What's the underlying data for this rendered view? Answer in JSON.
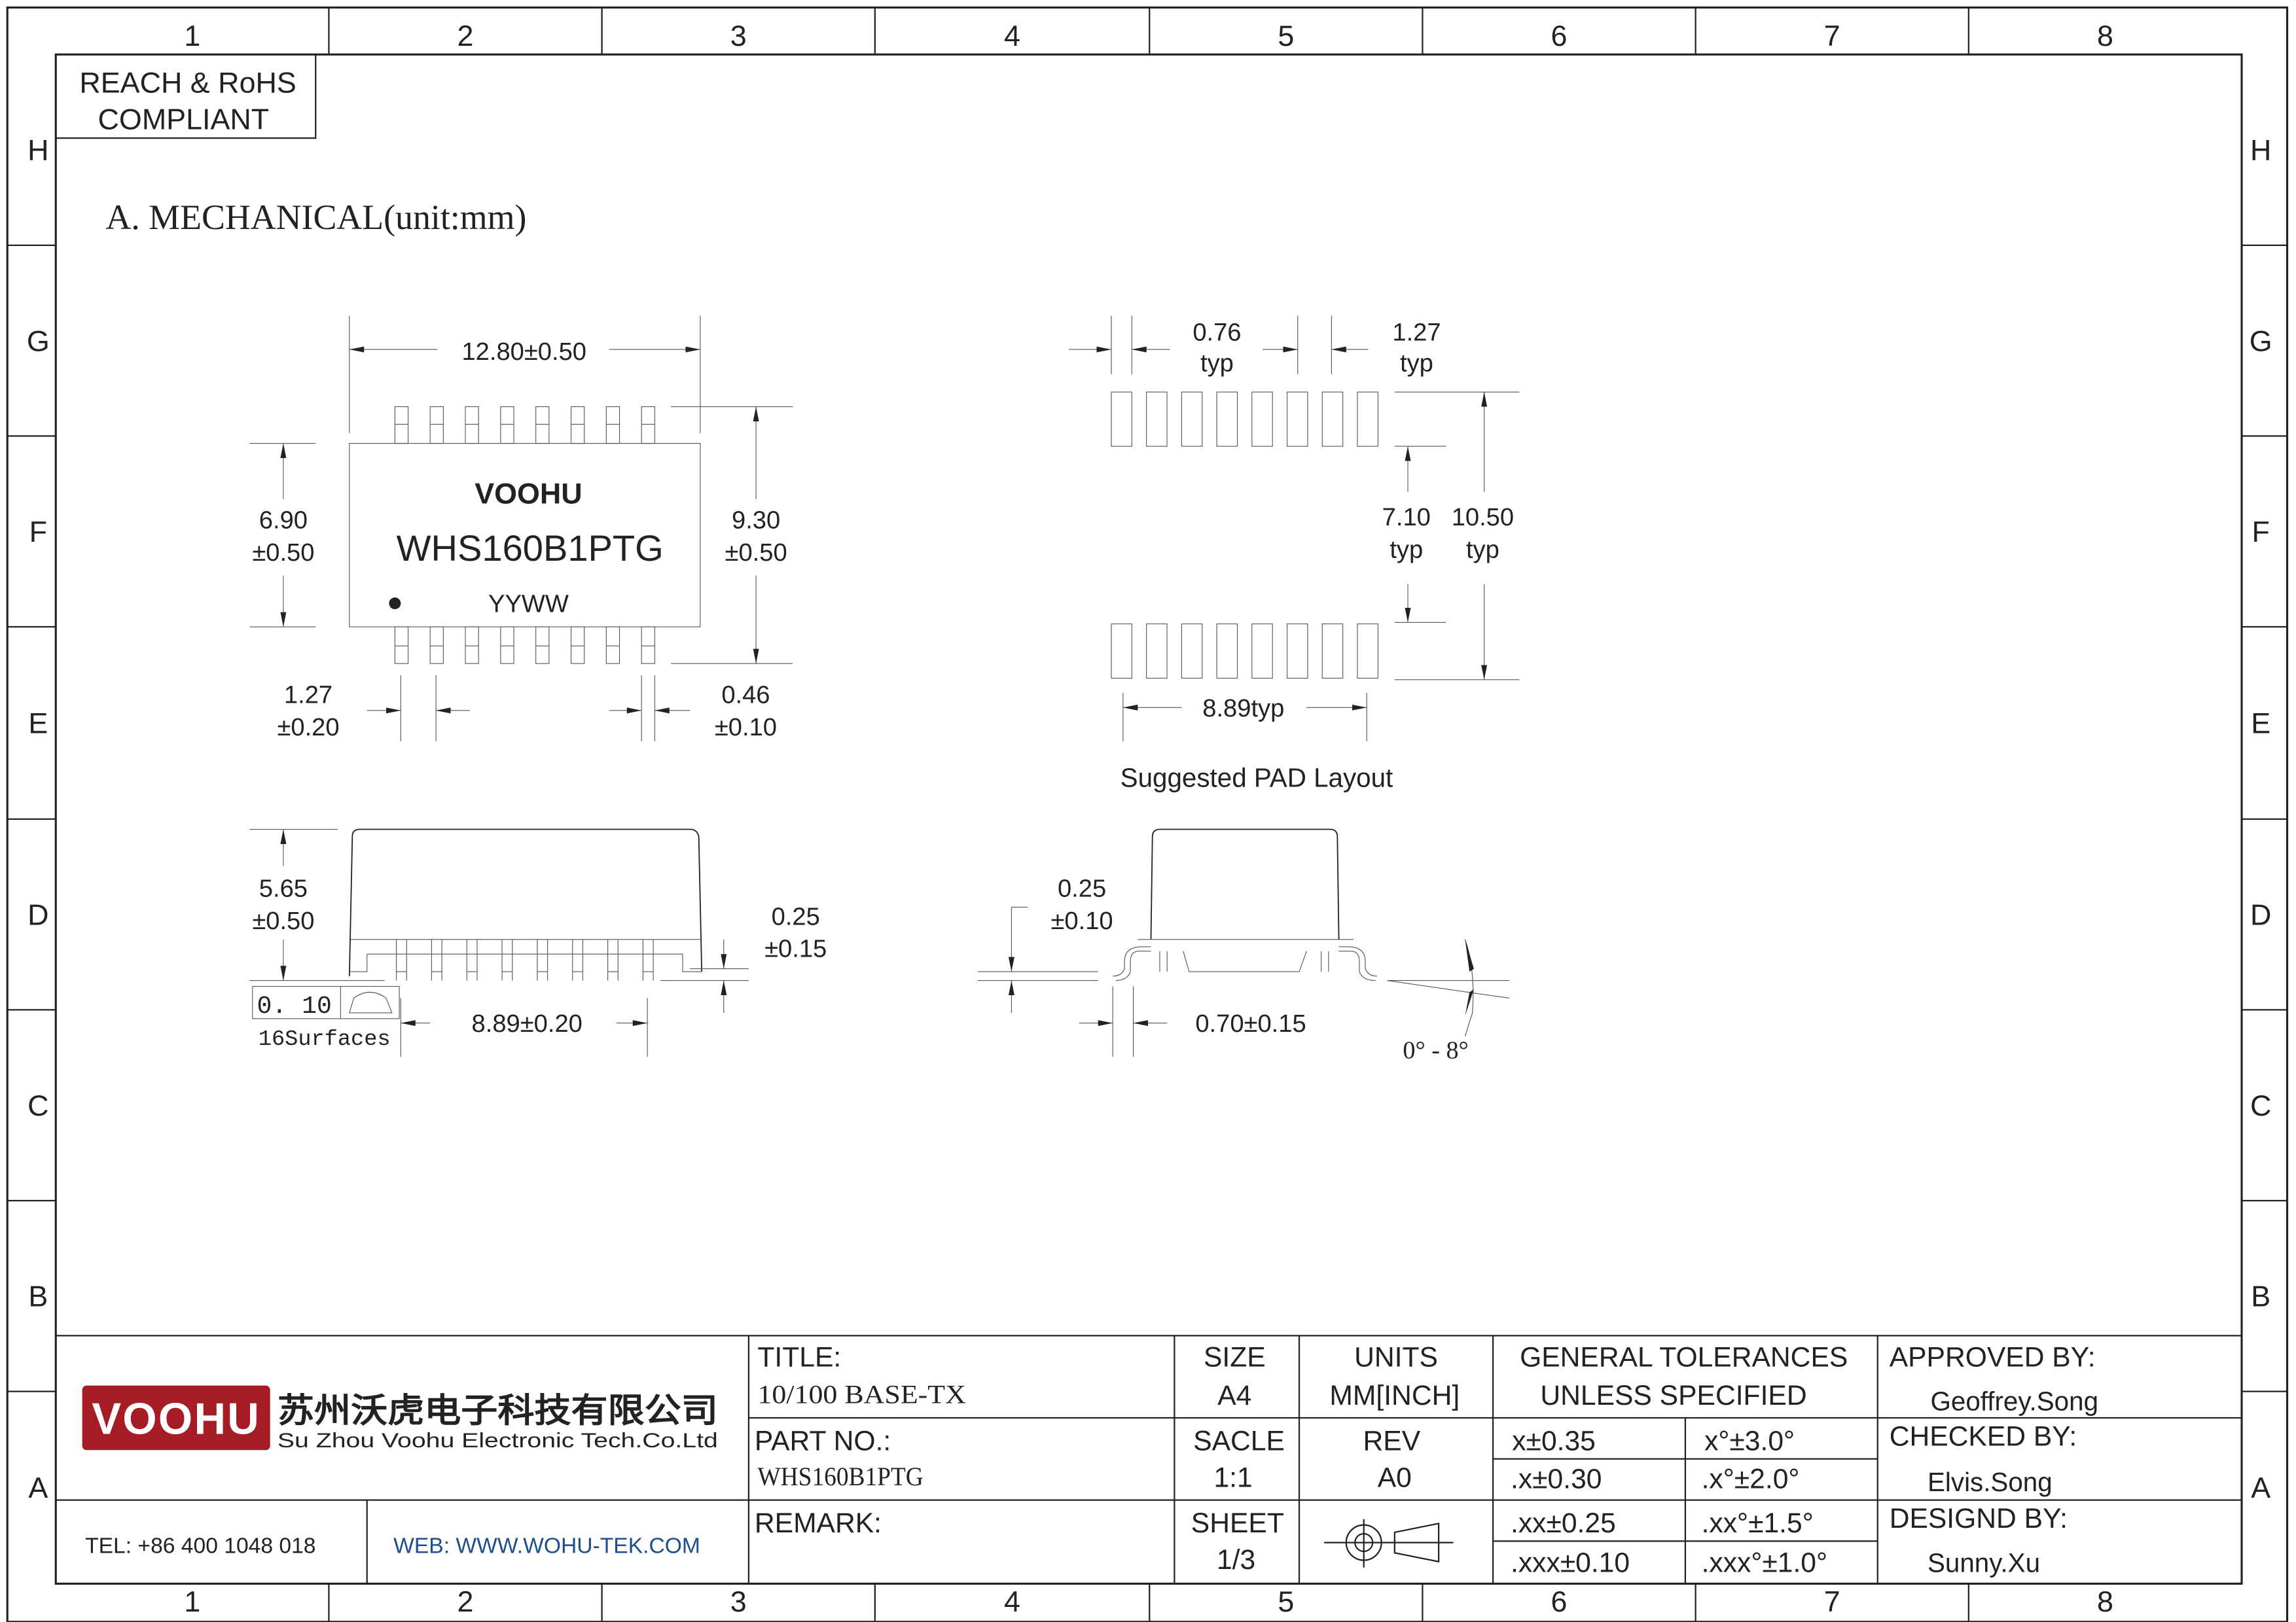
{
  "sheet": {
    "columns": [
      "1",
      "2",
      "3",
      "4",
      "5",
      "6",
      "7",
      "8"
    ],
    "rows": [
      "H",
      "G",
      "F",
      "E",
      "D",
      "C",
      "B",
      "A"
    ]
  },
  "compliance": {
    "line1": "REACH & RoHS",
    "line2": "COMPLIANT"
  },
  "section_title": "A. MECHANICAL(unit:mm)",
  "top_view": {
    "brand": "VOOHU",
    "part": "WHS160B1PTG",
    "date_code": "YYWW",
    "width": "12.80±0.50",
    "body_height": [
      "6.90",
      "±0.50"
    ],
    "overall_height": [
      "9.30",
      "±0.50"
    ],
    "pitch": [
      "1.27",
      "±0.20"
    ],
    "lead_width": [
      "0.46",
      "±0.10"
    ]
  },
  "pad_layout": {
    "pad_width": [
      "0.76",
      "typ"
    ],
    "pitch": [
      "1.27",
      "typ"
    ],
    "inner": [
      "7.10",
      "typ"
    ],
    "outer": [
      "10.50",
      "typ"
    ],
    "span": "8.89typ",
    "caption": "Suggested PAD Layout"
  },
  "side_view": {
    "height": [
      "5.65",
      "±0.50"
    ],
    "standoff": [
      "0.25",
      "±0.15"
    ],
    "coplanarity": "0. 10",
    "surfaces": "16Surfaces",
    "span": "8.89±0.20"
  },
  "end_view": {
    "lead_thickness": [
      "0.25",
      "±0.10"
    ],
    "foot_length": "0.70±0.15",
    "angle": "0° - 8°"
  },
  "title_block": {
    "logo_text": "VOOHU",
    "company_cn": "苏州沃虎电子科技有限公司",
    "company_en": "Su Zhou Voohu Electronic Tech.Co.Ltd",
    "tel": "TEL: +86 400 1048 018",
    "web": "WEB: WWW.WOHU-TEK.COM",
    "title_label": "TITLE:",
    "title_value": "10/100 BASE-TX",
    "part_label": "PART NO.:",
    "part_value": "WHS160B1PTG",
    "remark_label": "REMARK:",
    "size_label": "SIZE",
    "size_value": "A4",
    "scale_label": "SACLE",
    "scale_value": "1:1",
    "sheet_label": "SHEET",
    "sheet_value": "1/3",
    "units_label": "UNITS",
    "units_value": "MM[INCH]",
    "rev_label": "REV",
    "rev_value": "A0",
    "tol_header1": "GENERAL TOLERANCES",
    "tol_header2": "UNLESS SPECIFIED",
    "tolerances": [
      [
        "x±0.35",
        "x°±3.0°"
      ],
      [
        ".x±0.30",
        ".x°±2.0°"
      ],
      [
        ".xx±0.25",
        ".xx°±1.5°"
      ],
      [
        ".xxx±0.10",
        ".xxx°±1.0°"
      ]
    ],
    "approved_label": "APPROVED BY:",
    "approved_by": "Geoffrey.Song",
    "checked_label": "CHECKED BY:",
    "checked_by": "Elvis.Song",
    "designed_label": "DESIGND BY:",
    "designed_by": "Sunny.Xu"
  },
  "colors": {
    "brand_red": "#a61c24",
    "web_blue": "#1f4e8c"
  }
}
